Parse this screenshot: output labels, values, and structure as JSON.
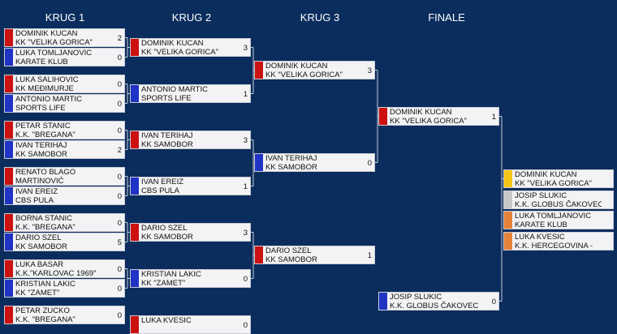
{
  "colors": {
    "background": "#0a2d5e",
    "red": "#cc1111",
    "blue": "#1f33c4",
    "gold": "#f5c518",
    "silver": "#c8c8c8",
    "bronze": "#e8823a"
  },
  "rounds": [
    "KRUG 1",
    "KRUG 2",
    "KRUG 3",
    "FINALE"
  ],
  "r1": [
    {
      "name": "DOMINIK KUČAN",
      "club": "KK \"VELIKA GORICA\"",
      "score": "2",
      "corner": "red"
    },
    {
      "name": "LUKA TOMLJANOVIĆ",
      "club": "KARATE KLUB",
      "score": "0",
      "corner": "blue"
    },
    {
      "name": "LUKA SALIHOVIĆ",
      "club": "KK MEĐIMURJE",
      "score": "0",
      "corner": "red"
    },
    {
      "name": "ANTONIO MARTIĆ",
      "club": "SPORTS LIFE",
      "score": "0",
      "corner": "blue"
    },
    {
      "name": "PETAR STANIĆ",
      "club": "K.K. \"BREGANA\"",
      "score": "0",
      "corner": "red"
    },
    {
      "name": "IVAN TERIHAJ",
      "club": "KK SAMOBOR",
      "score": "2",
      "corner": "blue"
    },
    {
      "name": "RENATO BLAGO",
      "club": "MARTINOVIĆ",
      "score": "0",
      "corner": "red"
    },
    {
      "name": "IVAN EREIZ",
      "club": "CBS PULA",
      "score": "0",
      "corner": "blue"
    },
    {
      "name": "BORNA STANIĆ",
      "club": "K.K. \"BREGANA\"",
      "score": "0",
      "corner": "red"
    },
    {
      "name": "DARIO SZEL",
      "club": "KK SAMOBOR",
      "score": "5",
      "corner": "blue"
    },
    {
      "name": "LUKA BASAR",
      "club": "K.K.\"KARLOVAC 1969\"",
      "score": "0",
      "corner": "red"
    },
    {
      "name": "KRISTIAN LAKIĆ",
      "club": "KK \"ZAMET\"",
      "score": "0",
      "corner": "blue"
    },
    {
      "name": "PETAR ŽUČKO",
      "club": "K.K. \"BREGANA\"",
      "score": "0",
      "corner": "red"
    }
  ],
  "r2": [
    {
      "name": "DOMINIK KUČAN",
      "club": "KK \"VELIKA GORICA\"",
      "score": "3",
      "corner": "red"
    },
    {
      "name": "ANTONIO MARTIĆ",
      "club": "SPORTS LIFE",
      "score": "1",
      "corner": "blue"
    },
    {
      "name": "IVAN TERIHAJ",
      "club": "KK SAMOBOR",
      "score": "3",
      "corner": "red"
    },
    {
      "name": "IVAN EREIZ",
      "club": "CBS PULA",
      "score": "1",
      "corner": "blue"
    },
    {
      "name": "DARIO SZEL",
      "club": "KK SAMOBOR",
      "score": "3",
      "corner": "red"
    },
    {
      "name": "KRISTIAN LAKIĆ",
      "club": "KK \"ZAMET\"",
      "score": "0",
      "corner": "blue"
    },
    {
      "name": "LUKA KVESIĆ",
      "club": "",
      "score": "0",
      "corner": "red"
    }
  ],
  "r3": [
    {
      "name": "DOMINIK KUČAN",
      "club": "KK \"VELIKA GORICA\"",
      "score": "3",
      "corner": "red"
    },
    {
      "name": "IVAN TERIHAJ",
      "club": "KK SAMOBOR",
      "score": "0",
      "corner": "blue"
    },
    {
      "name": "DARIO SZEL",
      "club": "KK SAMOBOR",
      "score": "1",
      "corner": "red"
    }
  ],
  "r4": [
    {
      "name": "DOMINIK KUČAN",
      "club": "KK \"VELIKA GORICA\"",
      "score": "1",
      "corner": "red"
    },
    {
      "name": "JOSIP SLUKIĆ",
      "club": "K.K. GLOBUS ČAKOVEC",
      "score": "0",
      "corner": "blue"
    }
  ],
  "results": [
    {
      "name": "DOMINIK KUČAN",
      "club": "KK \"VELIKA GORICA\"",
      "medal": "gold"
    },
    {
      "name": "JOSIP SLUKIĆ",
      "club": "K.K. GLOBUS ČAKOVEC",
      "medal": "silver"
    },
    {
      "name": "LUKA TOMLJANOVIĆ",
      "club": "KARATE KLUB",
      "medal": "bronze"
    },
    {
      "name": "LUKA KVESIĆ",
      "club": "K.K. HERCEGOVINA -",
      "medal": "bronze"
    }
  ]
}
